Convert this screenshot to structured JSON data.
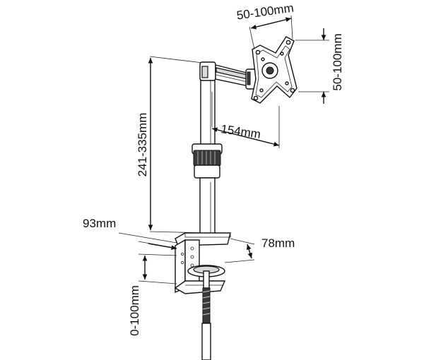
{
  "dimensions": {
    "vesa_width": "50-100mm",
    "vesa_height": "50-100mm",
    "arm_length": "154mm",
    "pole_height": "241-335mm",
    "clamp_depth": "93mm",
    "clamp_width": "78mm",
    "clamp_range": "0-100mm"
  }
}
